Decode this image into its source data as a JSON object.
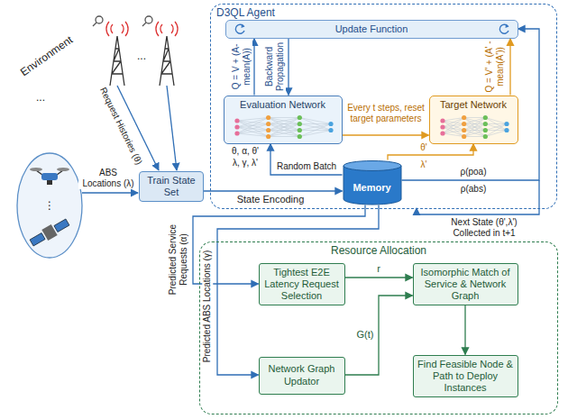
{
  "diagram": {
    "nodes": [
      {
        "text": [
          "D3QL Agent"
        ]
      },
      {
        "text": [
          "Update Function"
        ],
        "in": 0
      },
      {
        "text": [
          "Evaluation Network"
        ],
        "in": 0
      },
      {
        "text": [
          "Target Network"
        ],
        "in": 0
      },
      {
        "text": [
          "Memory"
        ],
        "in": 0
      },
      {
        "text": [
          "Train State Set"
        ]
      },
      {
        "text": [
          "Resource Allocation"
        ]
      },
      {
        "text": [
          "Tightest E2E Latency Request Selection"
        ],
        "in": 6
      },
      {
        "text": [
          "Isomorphic Match of Service & Network Graph"
        ],
        "in": 6
      },
      {
        "text": [
          "Network Graph Updator"
        ],
        "in": 6
      },
      {
        "text": [
          "Find Feasible Node & Path to Deploy Instances"
        ],
        "in": 6
      }
    ],
    "edges": [
      {
        "from": 2,
        "to": 1,
        "arrow": "to",
        "label": "Q = V + (A- mean(A))"
      },
      {
        "from": 1,
        "to": 2,
        "arrow": "to",
        "label": "Backward Propagation"
      },
      {
        "from": 3,
        "to": 1,
        "arrow": "to",
        "label": "Q = V' + (A' - mean(A'))"
      },
      {
        "from": 2,
        "to": 3,
        "arrow": "to",
        "label": "Every t steps, reset target parameters"
      },
      {
        "from": 4,
        "to": 2,
        "arrow": "to",
        "label": "θ, α, θ'"
      },
      {
        "from": 4,
        "to": 3,
        "arrow": "to",
        "label": "θ'"
      },
      {
        "from": 5,
        "to": 4,
        "arrow": "to",
        "label": "State Encoding"
      },
      {
        "from": 4,
        "to": 1,
        "arrow": "to",
        "label": "ρ(poa)"
      },
      {
        "from": 4,
        "to": 7,
        "arrow": "to",
        "label": "Predicted Service Requests (α)"
      },
      {
        "from": 4,
        "to": 9,
        "arrow": "to",
        "label": "Predicted ABS Locations (γ)"
      },
      {
        "from": 7,
        "to": 8,
        "arrow": "to",
        "label": "r"
      },
      {
        "from": 9,
        "to": 8,
        "arrow": "to",
        "label": "G(t)"
      },
      {
        "from": 8,
        "to": 10,
        "arrow": "to"
      }
    ],
    "labels": [
      "Random Batch",
      "λ, γ, λ'",
      "λ'",
      "ρ(abs)",
      "Next State (θ',λ')",
      "Collected in t+1",
      "Environment",
      "...",
      "...",
      "⋮",
      "Request Histories (θ)",
      "ABS Locations (λ)"
    ]
  }
}
